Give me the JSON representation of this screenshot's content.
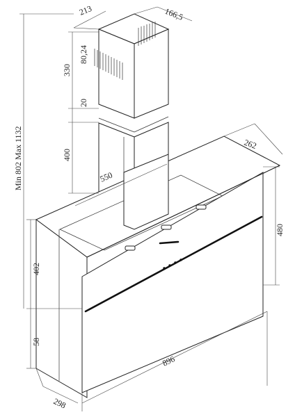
{
  "dimensions": {
    "chimney_width": "213",
    "chimney_depth": "166,5",
    "vent_slot": "80,24",
    "upper_chimney_height": "330",
    "overlap": "20",
    "lower_chimney_height": "400",
    "canopy_depth_top": "550",
    "glass_depth": "262",
    "glass_height": "480",
    "body_height": "402",
    "bottom_height": "58",
    "total_width": "896",
    "bottom_depth": "298",
    "total_height_range": "Min 802 Max 1132"
  }
}
